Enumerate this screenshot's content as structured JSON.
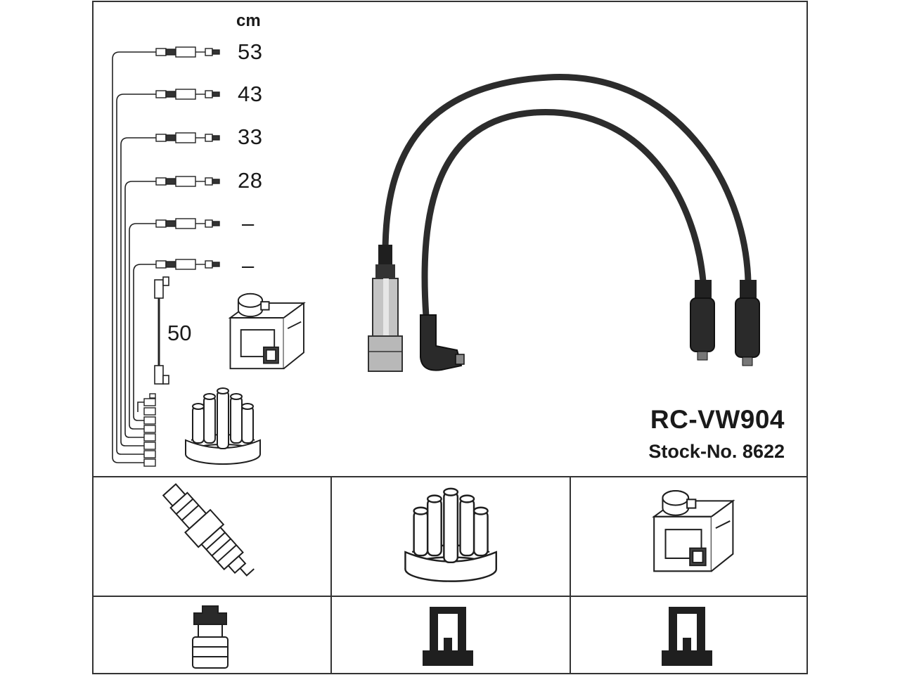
{
  "header": {
    "unit": "cm"
  },
  "lead_lengths": [
    "53",
    "43",
    "33",
    "28",
    "–",
    "–"
  ],
  "coil_lead_length": "50",
  "product": {
    "code": "RC-VW904",
    "stock_label": "Stock-No. 8622"
  },
  "icons": [
    "ignition-lead-set-icon",
    "ignition-coil-icon",
    "distributor-cap-icon",
    "spark-plug-icon",
    "plug-connector-icon",
    "cap-connector-icon",
    "coil-connector-icon"
  ],
  "colors": {
    "line": "#1a1a1a",
    "lead": "#2c2c2c",
    "metal": "#bdbdbd"
  }
}
